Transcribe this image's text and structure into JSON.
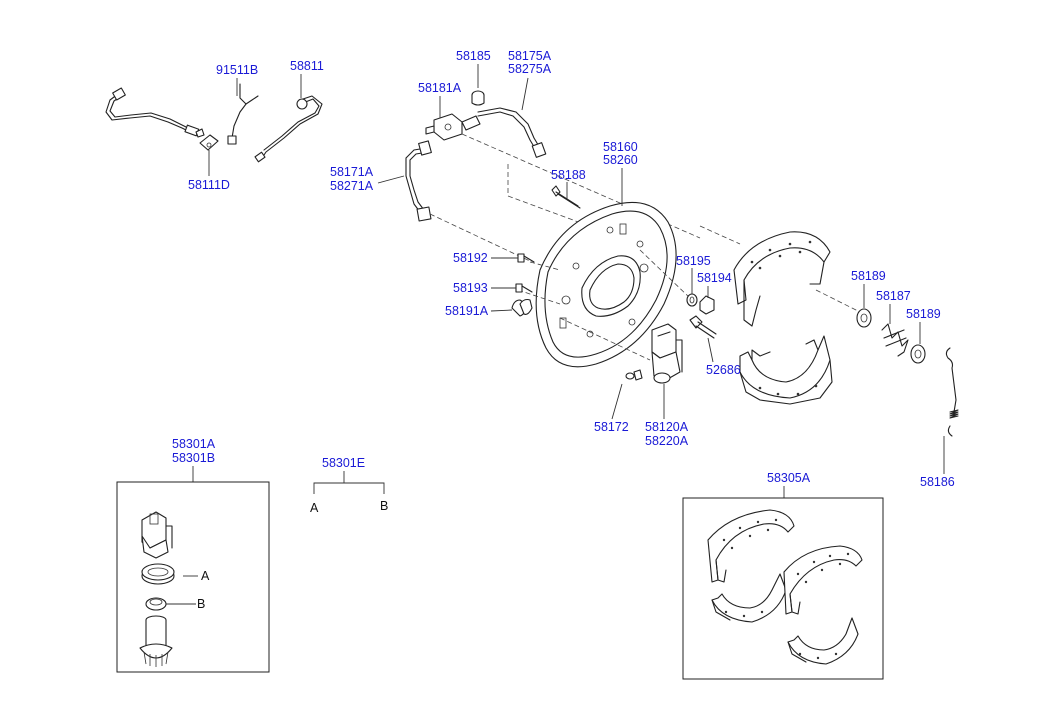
{
  "parts": {
    "p91511B": "91511B",
    "p58811": "58811",
    "p58111D": "58111D",
    "p58185": "58185",
    "p58175A": "58175A",
    "p58275A": "58275A",
    "p58181A": "58181A",
    "p58171A": "58171A",
    "p58271A": "58271A",
    "p58160": "58160",
    "p58260": "58260",
    "p58188": "58188",
    "p58192": "58192",
    "p58193": "58193",
    "p58191A": "58191A",
    "p58195": "58195",
    "p58194": "58194",
    "p52686": "52686",
    "p58189a": "58189",
    "p58187": "58187",
    "p58189b": "58189",
    "p58186": "58186",
    "p58172": "58172",
    "p58120A": "58120A",
    "p58220A": "58220A",
    "p58301A": "58301A",
    "p58301B": "58301B",
    "p58301E": "58301E",
    "p58305A": "58305A"
  },
  "kit_labels": {
    "a_box": "A",
    "b_box": "B",
    "a_e": "A",
    "b_e": "B"
  },
  "colors": {
    "label": "#1a1ad6",
    "line": "#222222"
  }
}
